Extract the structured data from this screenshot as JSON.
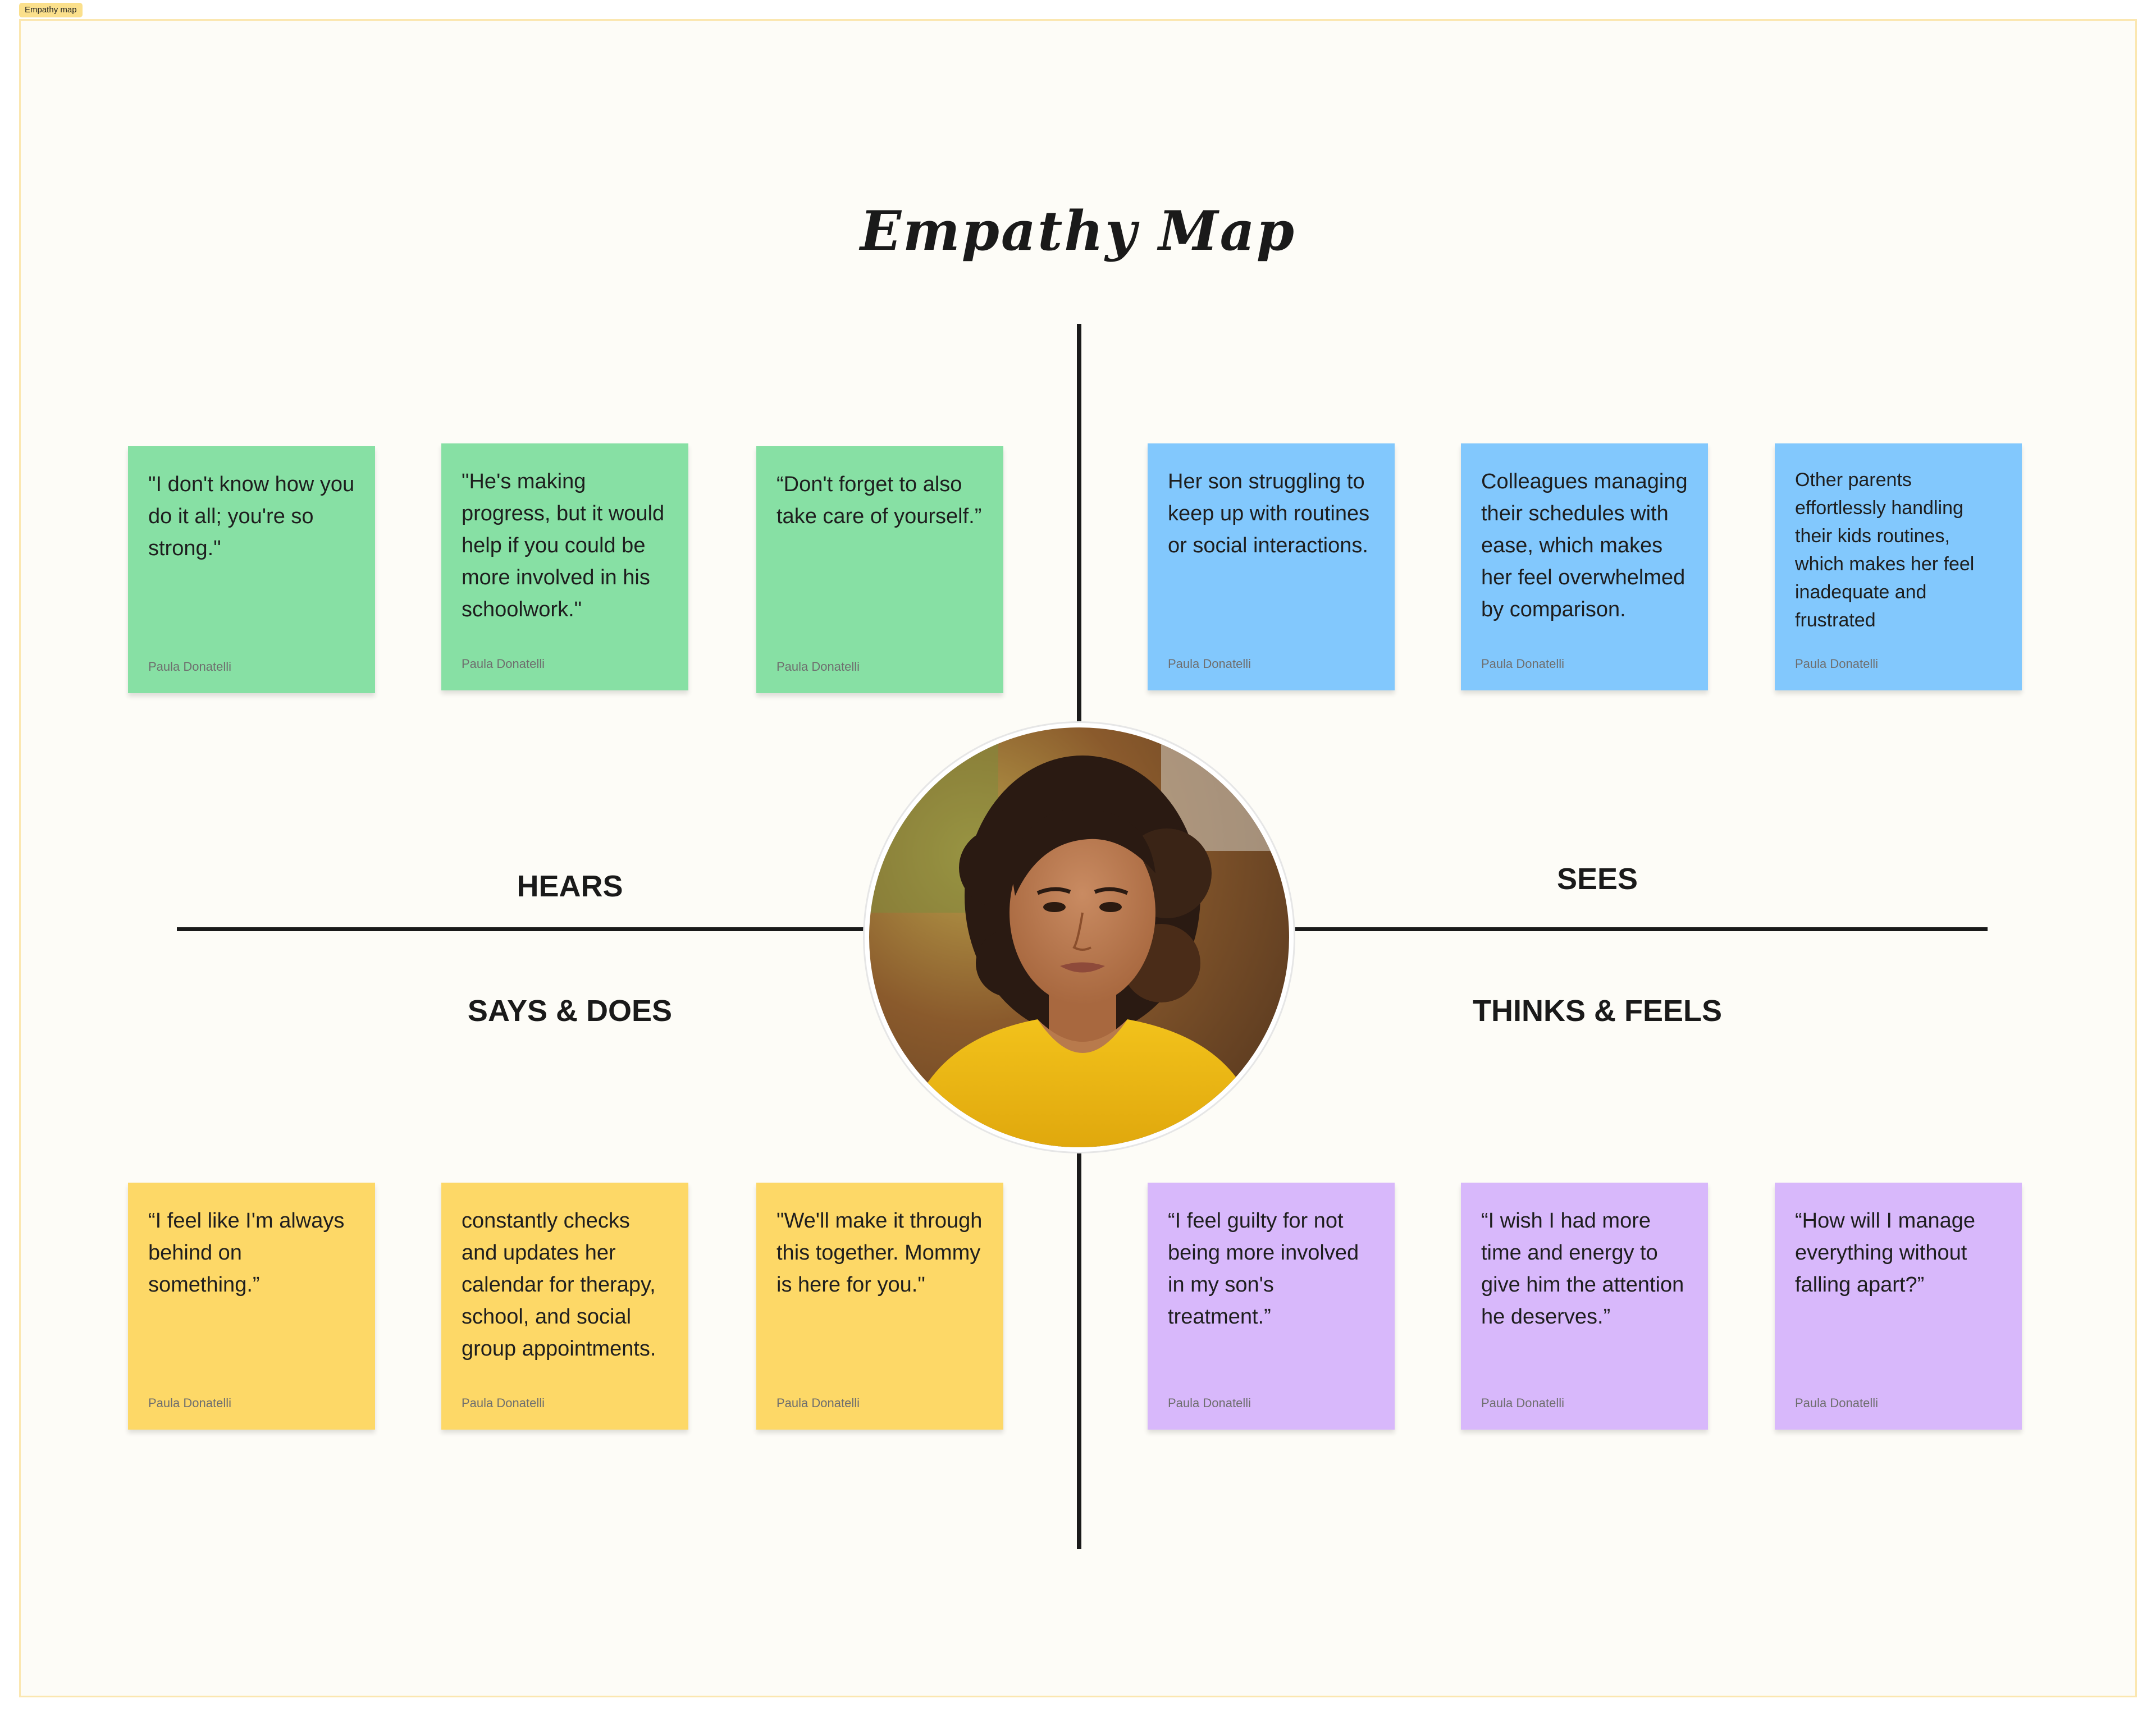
{
  "frame": {
    "tag": "Empathy map"
  },
  "title": "Empathy Map",
  "quadrants": {
    "hears": "HEARS",
    "sees": "SEES",
    "says_does": "SAYS & DOES",
    "thinks_feels": "THINKS & FEELS"
  },
  "avatar": {
    "icon": "person-photo"
  },
  "notes": {
    "hears": [
      {
        "text": "\"I don't know how you do it all; you're so strong.\"",
        "author": "Paula Donatelli"
      },
      {
        "text": "\"He's making progress, but it would help if you could be more involved in his schoolwork.\"",
        "author": "Paula Donatelli"
      },
      {
        "text": "“Don't forget to also take care of yourself.”",
        "author": "Paula Donatelli"
      }
    ],
    "sees": [
      {
        "text": "Her son struggling to keep up with routines or social interactions.",
        "author": "Paula Donatelli"
      },
      {
        "text": "Colleagues managing their schedules with ease, which makes her feel overwhelmed by comparison.",
        "author": "Paula Donatelli"
      },
      {
        "text": "Other parents effortlessly handling their kids routines, which makes her feel inadequate and frustrated",
        "author": "Paula Donatelli"
      }
    ],
    "says_does": [
      {
        "text": "“I feel like I'm always behind on something.”",
        "author": "Paula Donatelli"
      },
      {
        "text": "constantly checks and updates her calendar for therapy, school, and social group appointments.",
        "author": "Paula Donatelli"
      },
      {
        "text": "\"We'll make it through this together. Mommy is here for you.\"",
        "author": "Paula Donatelli"
      }
    ],
    "thinks_feels": [
      {
        "text": "“I feel guilty for not being more involved in my son's treatment.”",
        "author": "Paula Donatelli"
      },
      {
        "text": "“I wish I had more time and energy to give him the attention he deserves.”",
        "author": "Paula Donatelli"
      },
      {
        "text": "“How will I manage everything without falling apart?”",
        "author": "Paula Donatelli"
      }
    ]
  },
  "colors": {
    "hears": "#87e0a4",
    "sees": "#82c8fd",
    "says_does": "#fdd867",
    "thinks_feels": "#d8b8fb"
  }
}
